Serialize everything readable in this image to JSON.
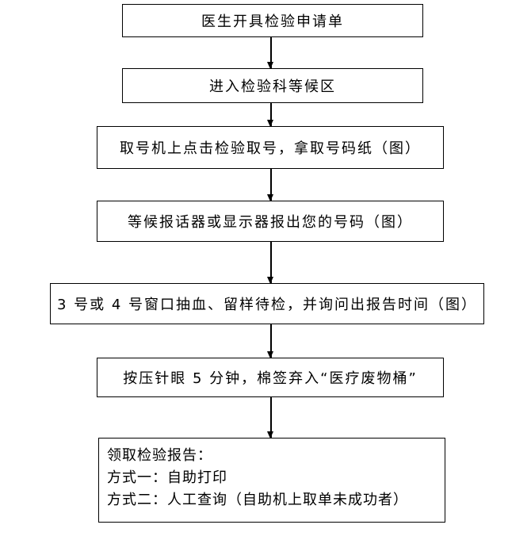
{
  "flowchart": {
    "steps": [
      "医生开具检验申请单",
      "进入检验科等候区",
      "取号机上点击检验取号，拿取号码纸（图）",
      "等候报话器或显示器报出您的号码（图）",
      "3 号或 4 号窗口抽血、留样待检，并询问出报告时间（图）",
      "按压针眼 5 分钟，棉签弃入“医疗废物桶”"
    ],
    "final": {
      "title": "领取检验报告：",
      "options": [
        "方式一：自助打印",
        "方式二：人工查询（自助机上取单未成功者）"
      ]
    }
  }
}
